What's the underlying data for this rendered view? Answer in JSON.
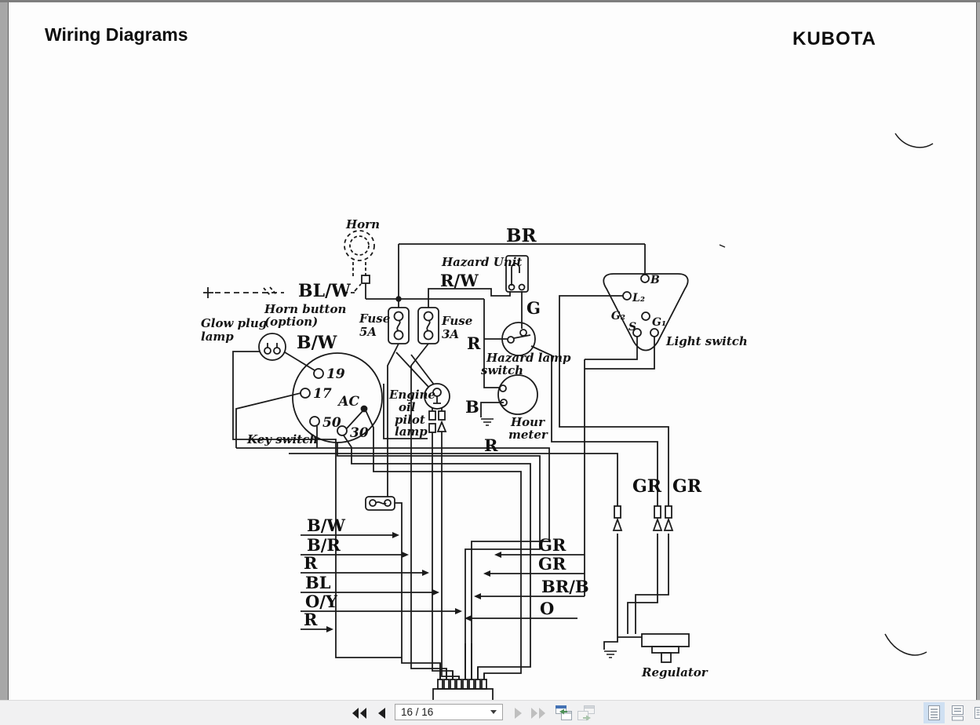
{
  "header": {
    "title": "Wiring Diagrams",
    "brand": "KUBOTA"
  },
  "toolbar": {
    "page_field": "16 / 16"
  },
  "diagram": {
    "components": {
      "horn": "Horn",
      "hazard_unit": "Hazard Unit",
      "light_switch": "Light switch",
      "glow_plug_1": "Glow plug",
      "glow_plug_2": "lamp",
      "horn_button_1": "Horn button",
      "horn_button_2": "(option)",
      "fuse5_1": "Fuse",
      "fuse5_2": "5A",
      "fuse3_1": "Fuse",
      "fuse3_2": "3A",
      "hazard_lamp_1": "Hazard lamp",
      "hazard_lamp_2": "switch",
      "key_switch": "Key switch",
      "engine_oil_1": "Engine",
      "engine_oil_2": "oil",
      "engine_oil_3": "pilot",
      "engine_oil_4": "lamp",
      "hour_meter_1": "Hour",
      "hour_meter_2": "meter",
      "regulator": "Regulator"
    },
    "wire_labels": {
      "br": "BR",
      "rw": "R/W",
      "blw": "BL/W",
      "bw": "B/W",
      "g": "G",
      "r_fuse": "R",
      "b": "B",
      "r_mid": "R",
      "gr_1": "GR",
      "gr_2": "GR"
    },
    "left_stack": [
      "B/W",
      "B/R",
      "R",
      "BL",
      "O/Y",
      "R"
    ],
    "right_stack": [
      "GR",
      "GR",
      "BR/B",
      "O"
    ],
    "light_terminals": [
      "B",
      "L₂",
      "G₂",
      "G₁",
      "S"
    ],
    "key_terminals": [
      "19",
      "17",
      "50",
      "30",
      "AC"
    ]
  }
}
